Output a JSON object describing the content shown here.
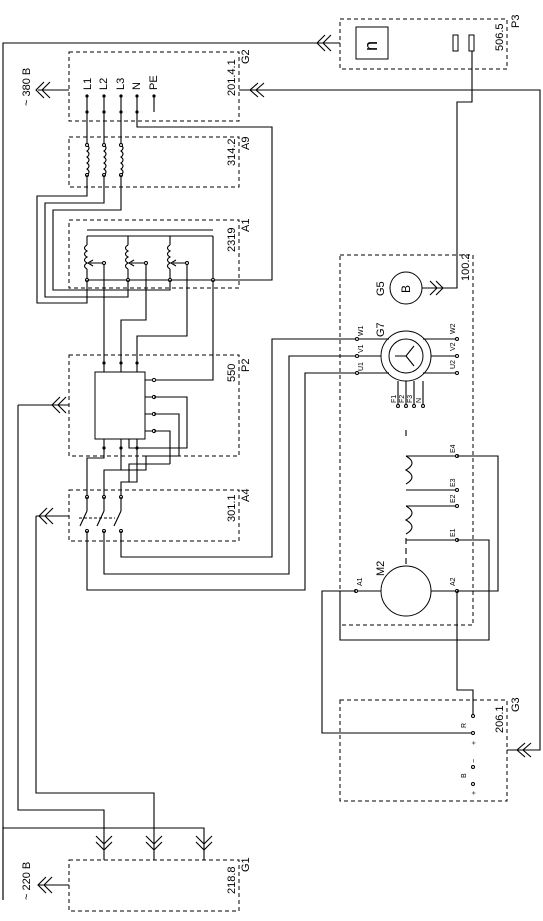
{
  "blocks": {
    "g2": {
      "code": "201.4.1",
      "name": "G2",
      "terminals": [
        "L1",
        "L2",
        "L3",
        "N",
        "PE"
      ],
      "supply": "~ 380 B"
    },
    "a9": {
      "code": "314.2",
      "name": "A9"
    },
    "a1": {
      "code": "2319",
      "name": "A1"
    },
    "p2": {
      "code": "550",
      "name": "P2"
    },
    "a4": {
      "code": "301.1",
      "name": "A4"
    },
    "p3": {
      "code": "506.5",
      "name": "P3",
      "symbol": "n"
    },
    "m": {
      "code": "100.2",
      "g5_name": "G5",
      "g5_symbol": "B",
      "g7_name": "G7",
      "m2_name": "M2",
      "g7_left": [
        "W1",
        "V1",
        "U1"
      ],
      "g7_right": [
        "W2",
        "V2",
        "U2"
      ],
      "g7_bottom": [
        "F1",
        "F2",
        "F3",
        "N"
      ],
      "field": [
        "E4",
        "E3",
        "E2",
        "E1"
      ],
      "m2_terms": [
        "A1",
        "A2"
      ]
    },
    "g3": {
      "code": "206.1",
      "name": "G3",
      "terms": [
        "R",
        "+",
        "B",
        "−",
        "+"
      ]
    },
    "g1": {
      "code": "218.8",
      "name": "G1",
      "supply": "~ 220 B"
    }
  }
}
